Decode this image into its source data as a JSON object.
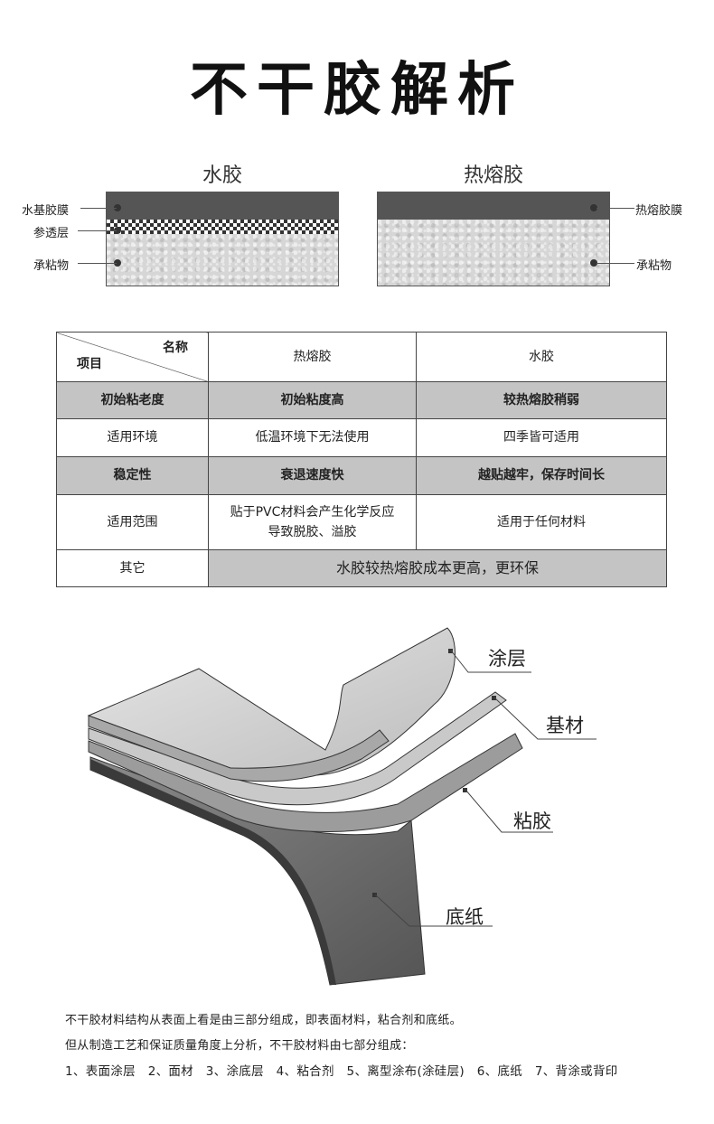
{
  "title": "不干胶解析",
  "water_panel": {
    "title": "水胶",
    "labels": [
      "水基胶膜",
      "参透层",
      "承粘物"
    ]
  },
  "hotmelt_panel": {
    "title": "热熔胶",
    "labels": [
      "热熔胶膜",
      "承粘物"
    ]
  },
  "table": {
    "corner_name": "名称",
    "corner_item": "项目",
    "col_hotmelt": "热熔胶",
    "col_water": "水胶",
    "rows": [
      {
        "item": "初始粘老度",
        "hotmelt": "初始粘度高",
        "water": "较热熔胶稍弱"
      },
      {
        "item": "适用环境",
        "hotmelt": "低温环境下无法使用",
        "water": "四季皆可适用"
      },
      {
        "item": "稳定性",
        "hotmelt": "衰退速度快",
        "water": "越贴越牢，保存时间长"
      },
      {
        "item": "适用范围",
        "hotmelt_line1": "贴于PVC材料会产生化学反应",
        "hotmelt_line2": "导致脱胶、溢胶",
        "water": "适用于任何材料"
      },
      {
        "item": "其它",
        "note": "水胶较热熔胶成本更高，更环保"
      }
    ]
  },
  "layers": {
    "coating": "涂层",
    "substrate": "基材",
    "adhesive": "粘胶",
    "backing": "底纸"
  },
  "footer": {
    "line1": "不干胶材料结构从表面上看是由三部分组成，即表面材料，粘合剂和底纸。",
    "line2": "但从制造工艺和保证质量角度上分析，不干胶材料由七部分组成：",
    "line3": "1、表面涂层　2、面材　3、涂底层　4、粘合剂　5、离型涂布(涂硅层)　6、底纸　7、背涂或背印"
  }
}
